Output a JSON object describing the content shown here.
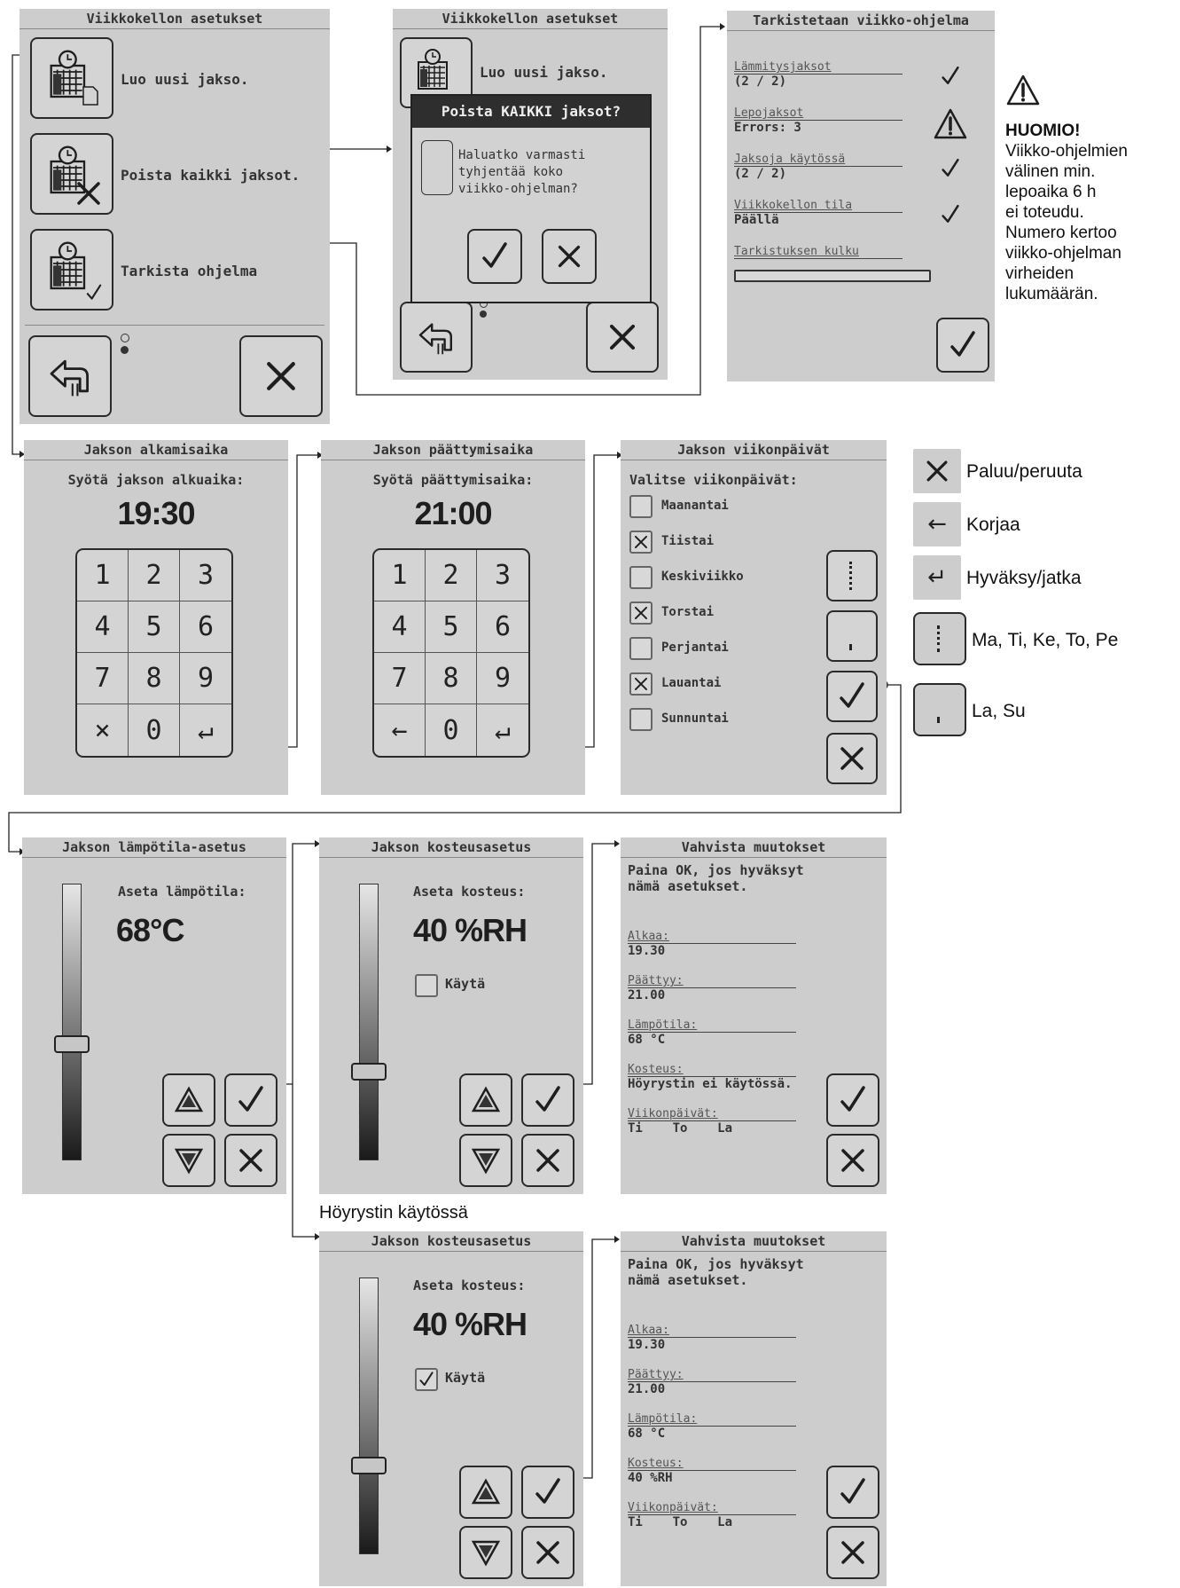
{
  "menu": {
    "title": "Viikkokellon asetukset",
    "items": [
      "Luo uusi jakso.",
      "Poista kaikki jaksot.",
      "Tarkista ohjelma"
    ],
    "dialog_title": "Poista KAIKKI jaksot?",
    "dialog_text": [
      "Haluatko varmasti",
      "tyhjentää koko",
      "viikko-ohjelman?"
    ]
  },
  "check": {
    "title": "Tarkistetaan viikko-ohjelma",
    "rows": [
      {
        "label": "Lämmitysjaksot",
        "value": "(2 / 2)",
        "status": "check-icon"
      },
      {
        "label": "Lepojaksot",
        "value": "Errors: 3",
        "status": "warning-icon"
      },
      {
        "label": "Jaksoja käytössä",
        "value": "(2 / 2)",
        "status": "check-icon"
      },
      {
        "label": "Viikkokellon tila",
        "value": "Päällä",
        "status": "check-icon"
      },
      {
        "label": "Tarkistuksen kulku",
        "value": "",
        "status": ""
      }
    ]
  },
  "warning_note": {
    "heading": "HUOMIO!",
    "lines": [
      "Viikko-ohjelmien",
      "välinen min.",
      "lepoaika 6 h",
      "ei toteudu.",
      "Numero kertoo",
      "viikko-ohjelman",
      "virheiden",
      "lukumäärän."
    ]
  },
  "start_time": {
    "title": "Jakson alkamisaika",
    "prompt": "Syötä jakson alkuaika:",
    "value": "19:30",
    "keys": [
      "1",
      "2",
      "3",
      "4",
      "5",
      "6",
      "7",
      "8",
      "9",
      "×",
      "0",
      "↵"
    ]
  },
  "end_time": {
    "title": "Jakson päättymisaika",
    "prompt": "Syötä päättymisaika:",
    "value": "21:00",
    "keys": [
      "1",
      "2",
      "3",
      "4",
      "5",
      "6",
      "7",
      "8",
      "9",
      "←",
      "0",
      "↵"
    ]
  },
  "weekdays": {
    "title": "Jakson viikonpäivät",
    "prompt": "Valitse viikonpäivät:",
    "days": [
      {
        "label": "Maanantai",
        "checked": false
      },
      {
        "label": "Tiistai",
        "checked": true
      },
      {
        "label": "Keskiviikko",
        "checked": false
      },
      {
        "label": "Torstai",
        "checked": true
      },
      {
        "label": "Perjantai",
        "checked": false
      },
      {
        "label": "Lauantai",
        "checked": true
      },
      {
        "label": "Sunnuntai",
        "checked": false
      }
    ]
  },
  "legend": [
    {
      "icon": "close-icon",
      "label": "Paluu/peruuta"
    },
    {
      "icon": "backspace-icon",
      "label": "Korjaa"
    },
    {
      "icon": "enter-icon",
      "label": "Hyväksy/jatka"
    },
    {
      "icon": "weekdays-icon",
      "label": "Ma, Ti, Ke, To, Pe"
    },
    {
      "icon": "weekend-icon",
      "label": "La, Su"
    }
  ],
  "temperature": {
    "title": "Jakson lämpötila-asetus",
    "prompt": "Aseta lämpötila:",
    "value": "68°C",
    "level": 0.42
  },
  "humidity": {
    "title": "Jakson kosteusasetus",
    "prompt": "Aseta kosteus:",
    "value": "40 %RH",
    "use_label": "Käytä",
    "level": 0.32
  },
  "confirm": {
    "title": "Vahvista muutokset",
    "intro": [
      "Paina OK, jos hyväksyt",
      "nämä asetukset."
    ],
    "fields": [
      {
        "label": "Alkaa:",
        "value": "19.30"
      },
      {
        "label": "Päättyy:",
        "value": "21.00"
      },
      {
        "label": "Lämpötila:",
        "value": "68 °C"
      },
      {
        "label": "Kosteus:",
        "value": "Höyrystin ei käytössä."
      },
      {
        "label": "Viikonpäivät:",
        "value": "Ti    To    La"
      }
    ]
  },
  "steamer_caption": "Höyrystin käytössä",
  "humidity2": {
    "title": "Jakson kosteusasetus",
    "prompt": "Aseta kosteus:",
    "value": "40 %RH",
    "use_label": "Käytä",
    "level": 0.32
  },
  "confirm2": {
    "title": "Vahvista muutokset",
    "intro": [
      "Paina OK, jos hyväksyt",
      "nämä asetukset."
    ],
    "fields": [
      {
        "label": "Alkaa:",
        "value": "19.30"
      },
      {
        "label": "Päättyy:",
        "value": "21.00"
      },
      {
        "label": "Lämpötila:",
        "value": "68 °C"
      },
      {
        "label": "Kosteus:",
        "value": "40 %RH"
      },
      {
        "label": "Viikonpäivät:",
        "value": "Ti    To    La"
      }
    ]
  }
}
